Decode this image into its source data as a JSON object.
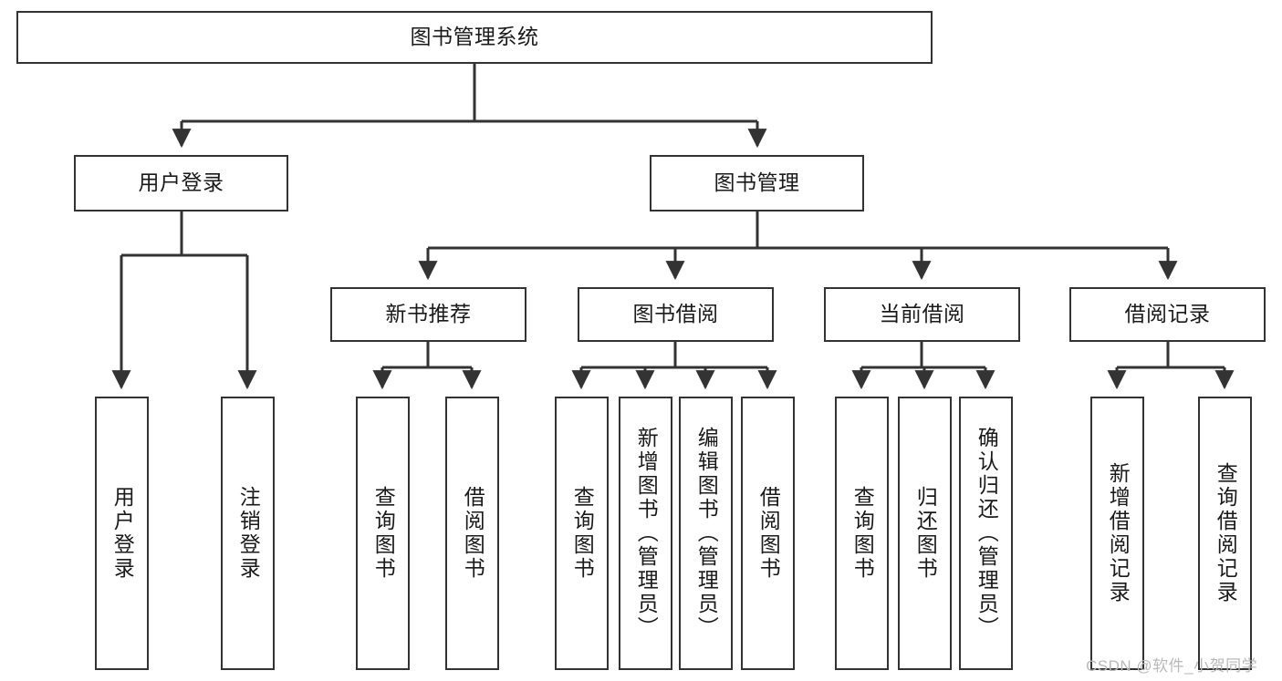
{
  "diagram": {
    "title": "图书管理系统",
    "type": "tree-hierarchy-chart",
    "colors": {
      "box_border": "#333333",
      "box_fill": "#ffffff",
      "connector": "#333333",
      "text": "#1a1a1a",
      "watermark": "#b9b9b9",
      "background": "#ffffff"
    },
    "root": {
      "label": "图书管理系统"
    },
    "level2": [
      {
        "label": "用户登录"
      },
      {
        "label": "图书管理"
      }
    ],
    "level3": [
      {
        "label": "新书推荐"
      },
      {
        "label": "图书借阅"
      },
      {
        "label": "当前借阅"
      },
      {
        "label": "借阅记录"
      }
    ],
    "leaves": {
      "user_login": [
        {
          "label": "用户登录"
        },
        {
          "label": "注销登录"
        }
      ],
      "new_book_recommend": [
        {
          "label": "查询图书"
        },
        {
          "label": "借阅图书"
        }
      ],
      "book_borrow": [
        {
          "label": "查询图书"
        },
        {
          "label": "新增图书（管理员）"
        },
        {
          "label": "编辑图书（管理员）"
        },
        {
          "label": "借阅图书"
        }
      ],
      "current_borrow": [
        {
          "label": "查询图书"
        },
        {
          "label": "归还图书"
        },
        {
          "label": "确认归还（管理员）"
        }
      ],
      "borrow_records": [
        {
          "label": "新增借阅记录"
        },
        {
          "label": "查询借阅记录"
        }
      ]
    },
    "watermark": "CSDN @软件_小贺同学"
  }
}
